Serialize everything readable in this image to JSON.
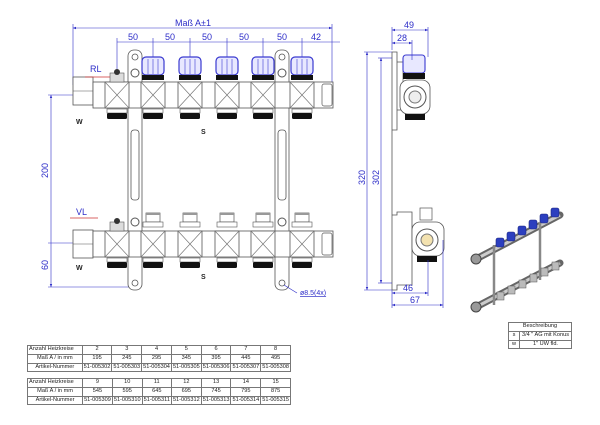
{
  "drawing": {
    "dim_total": "Maß A±1",
    "dim_spacing": [
      "50",
      "50",
      "50",
      "50",
      "50",
      "42"
    ],
    "dim_200": "200",
    "dim_60": "60",
    "label_rl": "RL",
    "label_vl": "VL",
    "label_w_top": "W",
    "label_w_bottom": "W",
    "label_s_top": "S",
    "label_s_bottom": "S",
    "hole": "ø8.5(4x)",
    "side": {
      "d49": "49",
      "d28": "28",
      "d320": "320",
      "d302": "302",
      "d46": "46",
      "d67": "67"
    }
  },
  "colors": {
    "dimension": "#2d2dc8",
    "cap": "#3a3ad0",
    "line": "#555555"
  },
  "table1": {
    "rows": [
      {
        "label": "Anzahl Heizkreise",
        "values": [
          "2",
          "3",
          "4",
          "5",
          "6",
          "7",
          "8"
        ]
      },
      {
        "label": "Maß A / in mm",
        "values": [
          "195",
          "245",
          "295",
          "345",
          "395",
          "445",
          "495"
        ]
      },
      {
        "label": "Artikel-Nummer",
        "values": [
          "51-005302",
          "51-005303",
          "51-005304",
          "51-005305",
          "51-005306",
          "51-005307",
          "51-005308"
        ]
      }
    ]
  },
  "table2": {
    "rows": [
      {
        "label": "Anzahl Heizkreise",
        "values": [
          "9",
          "10",
          "11",
          "12",
          "13",
          "14",
          "15"
        ]
      },
      {
        "label": "Maß A / in mm",
        "values": [
          "545",
          "595",
          "645",
          "695",
          "745",
          "795",
          "875"
        ]
      },
      {
        "label": "Artikel-Nummer",
        "values": [
          "51-005309",
          "51-005310",
          "51-005311",
          "51-005312",
          "51-005313",
          "51-005314",
          "51-005315"
        ]
      }
    ]
  },
  "legend": {
    "title": "Beschreibung",
    "rows": [
      {
        "key": "s",
        "text": "3/4 \" AG mit Konus"
      },
      {
        "key": "w",
        "text": "1\" ÜW fld."
      }
    ]
  }
}
